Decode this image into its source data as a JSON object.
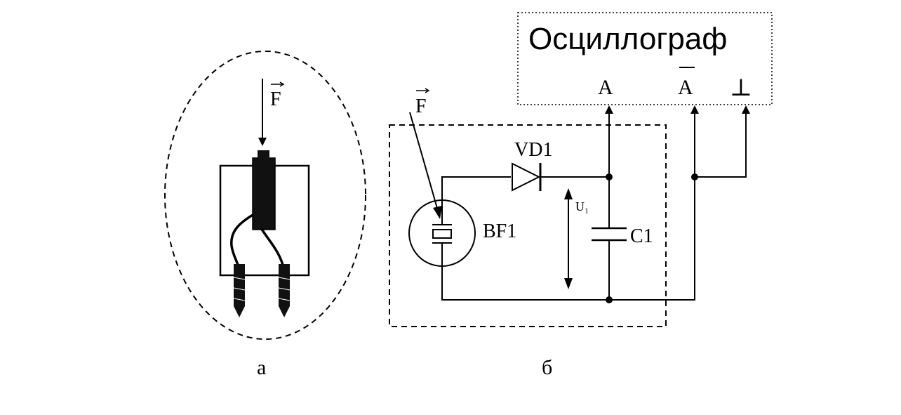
{
  "figure": {
    "panel_a": {
      "caption": "а",
      "force_label": "F"
    },
    "panel_b": {
      "caption": "б",
      "force_label": "F",
      "diode_label": "VD1",
      "sensor_label": "BF1",
      "voltage_label": "U₁",
      "capacitor_label": "C1"
    },
    "oscilloscope": {
      "title": "Осциллограф",
      "channel_a": "A",
      "channel_a_inv": "A",
      "ground": "⊥"
    }
  }
}
